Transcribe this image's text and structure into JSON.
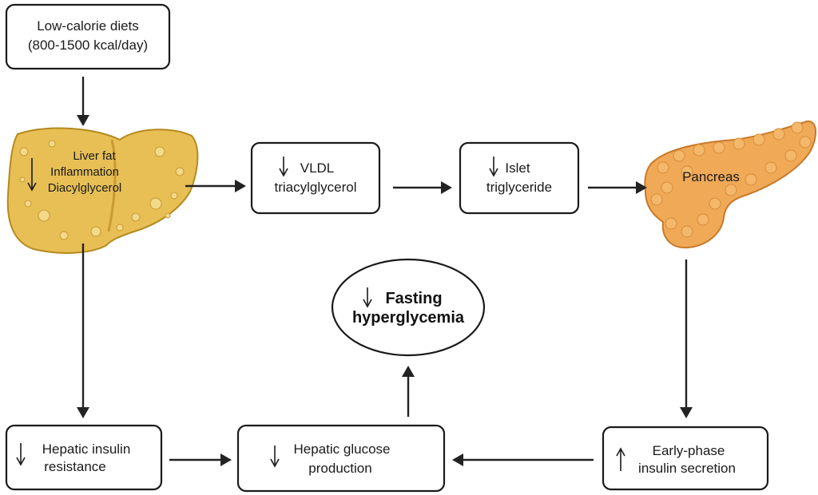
{
  "nodes": {
    "diet": {
      "line1": "Low-calorie diets",
      "line2": "(800-1500 kcal/day)"
    },
    "liver": {
      "line1": "Liver fat",
      "line2": "Inflammation",
      "line3": "Diacylglycerol",
      "indicator": "down"
    },
    "vldl": {
      "line1": "VLDL",
      "line2": "triacylglycerol",
      "indicator": "down"
    },
    "islet": {
      "line1": "Islet",
      "line2": "triglyceride",
      "indicator": "down"
    },
    "pancreas": {
      "label": "Pancreas"
    },
    "fasting": {
      "line1": "Fasting",
      "line2": "hyperglycemia",
      "indicator": "down"
    },
    "hepatic_ir": {
      "line1": "Hepatic insulin",
      "line2": "resistance",
      "indicator": "down"
    },
    "hepatic_gp": {
      "line1": "Hepatic glucose",
      "line2": "production",
      "indicator": "down"
    },
    "early_phase": {
      "line1": "Early-phase",
      "line2": "insulin secretion",
      "indicator": "up"
    }
  },
  "colors": {
    "liver_fill": "#e7bf55",
    "liver_stroke": "#b58a1e",
    "pancreas_fill": "#f0a957",
    "pancreas_stroke": "#c77a2a"
  },
  "icons": [
    "liver-illustration",
    "pancreas-illustration",
    "down-arrow-indicator",
    "up-arrow-indicator"
  ]
}
